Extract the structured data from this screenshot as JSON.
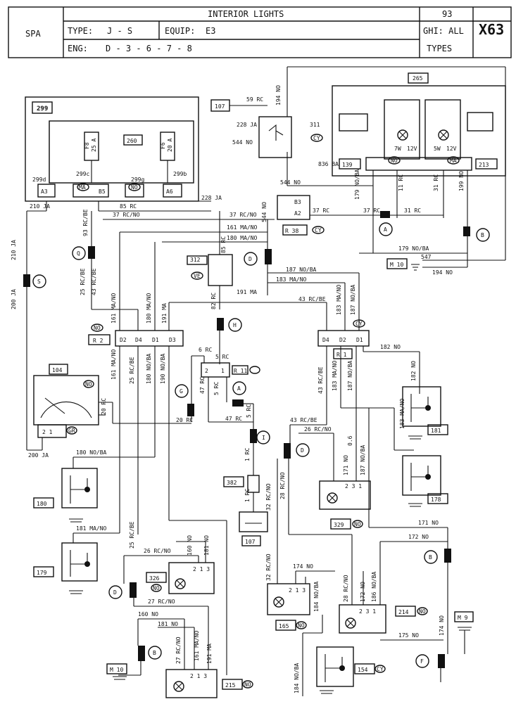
{
  "header": {
    "title": "INTERIOR LIGHTS",
    "page": "93",
    "code": "X63",
    "market": "SPA",
    "type_label": "TYPE:",
    "type_value": "J - S",
    "equip_label": "EQUIP:",
    "equip_value": "E3",
    "eng_label": "ENG:",
    "eng_value": "D - 3 - 6 - 7 - 8",
    "ghi": "GHI: ALL",
    "types": "TYPES"
  },
  "components": {
    "c299": "299",
    "c260": "260",
    "f8": "F8",
    "f8a": "25 A",
    "f6": "F6",
    "f6a": "20 A",
    "p299d": "299d",
    "p299c": "299c",
    "p299g": "299g",
    "p299b": "299b",
    "a3": "A3",
    "b5": "B5",
    "a6": "A6",
    "ma": "MA",
    "no": "NO",
    "c107": "107",
    "c311": "311",
    "c265": "265",
    "c139": "139",
    "c213": "213",
    "w7": "7W",
    "v12": "12V",
    "w5": "5W",
    "r38": "R 38",
    "b3": "B3",
    "a2": "A2",
    "c312": "312",
    "ve": "VE",
    "r2": "R 2",
    "r1": "R 1",
    "r11": "R 11",
    "c104": "104",
    "gr": "GR",
    "c382": "382",
    "c107b": "107",
    "c180": "180",
    "c179": "179",
    "c326": "326",
    "c329": "329",
    "c181": "181",
    "c178": "178",
    "c165": "165",
    "c214": "214",
    "c154": "154",
    "c215": "215",
    "m10": "M 10",
    "m10b": "M 10",
    "m9": "M 9",
    "cy": "CY",
    "d2": "D2",
    "d4": "D4",
    "d1": "D1",
    "d3": "D3"
  },
  "connectors": [
    "A",
    "B",
    "Q",
    "S",
    "D",
    "H",
    "G",
    "A",
    "I",
    "D",
    "B",
    "D",
    "B",
    "F"
  ],
  "wires": {
    "w59": "59 RC",
    "w194": "194 NO",
    "w228": "228 JA",
    "w544": "544 NO",
    "w836": "836 BA",
    "w179": "179 NO/BA",
    "w11": "11 RC",
    "w31": "31 RC",
    "w199": "199 NO",
    "w37a": "37 RC",
    "w31b": "31 RC",
    "w547": "547",
    "w194b": "194 NO",
    "w210": "210 JA",
    "w85": "85 RC",
    "w228b": "228 JA",
    "w37no": "37 RC/NO",
    "w161": "161 MA/NO",
    "w180": "180 MA/NO",
    "w187": "187 NO/BA",
    "w183": "183 MA/NO",
    "w93": "93 RC/BE",
    "w43": "43 RC/BE",
    "w25": "25 RC/BE",
    "w200": "200 JA",
    "w191": "191 MA",
    "w82": "82 RC",
    "w6": "6 RC",
    "w5": "5 RC",
    "w47": "47 RC",
    "w20": "20 RC",
    "w1": "1 RC",
    "w182": "182 NO",
    "w171": "171 NO",
    "w172": "172 NO",
    "w26": "26 RC/NO",
    "w32": "32 RC/NO",
    "w28": "28 RC/NO",
    "w174": "174 NO",
    "w184": "184 NO/BA",
    "w175": "175 NO",
    "w160": "160 NO",
    "w181no": "181 NO",
    "w27": "27 RC/NO",
    "w190": "190 NO/BA",
    "w180ba": "180 NO/BA",
    "w181ba": "181 MA/NO",
    "w186": "186 NO/BA",
    "w06": "0.6"
  }
}
